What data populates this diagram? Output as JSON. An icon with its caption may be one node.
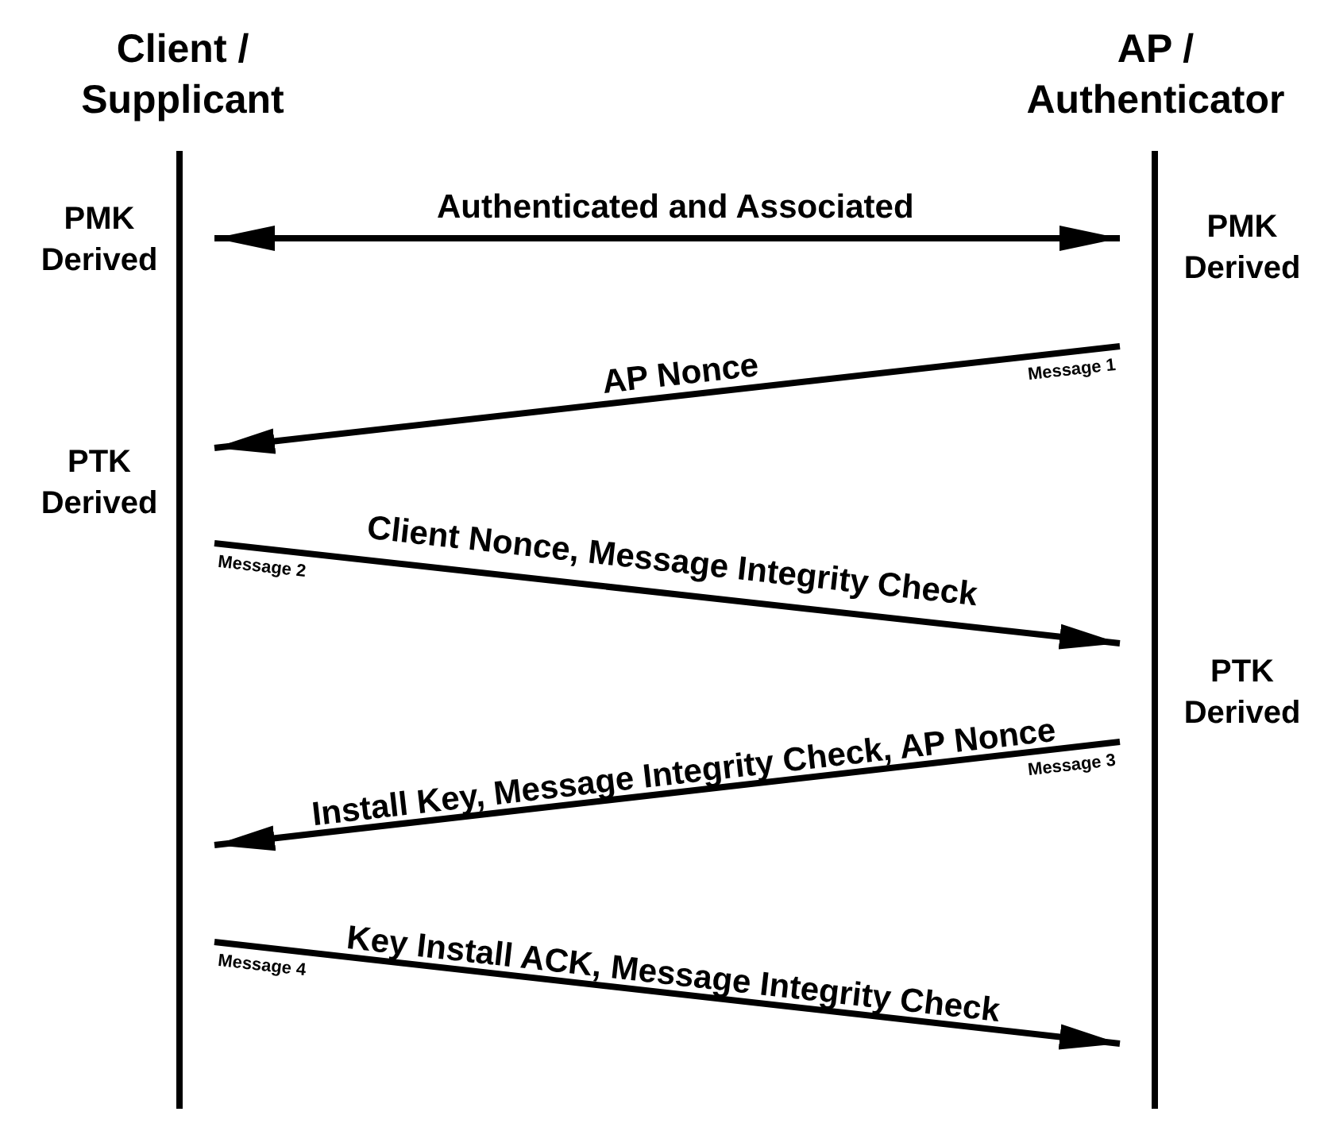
{
  "diagram": {
    "nodes": [
      {
        "text": [
          "Client / Supplicant"
        ],
        "beside": [
          "PMK Derived",
          "PTK Derived"
        ]
      },
      {
        "text": [
          "AP / Authenticator"
        ],
        "beside": [
          "PMK Derived",
          "PTK Derived"
        ]
      }
    ],
    "edges": [
      {
        "from": 0,
        "to": 1,
        "arrow": "both",
        "label": "Authenticated and Associated"
      },
      {
        "from": 1,
        "to": 0,
        "arrow": "to",
        "label": "AP Nonce"
      },
      {
        "from": 0,
        "to": 1,
        "arrow": "to",
        "label": "Client Nonce, Message Integrity Check"
      },
      {
        "from": 1,
        "to": 0,
        "arrow": "to",
        "label": "Install Key, Message Integrity Check, AP Nonce"
      },
      {
        "from": 0,
        "to": 1,
        "arrow": "to",
        "label": "Key Install ACK, Message Integrity Check"
      }
    ],
    "labels": [
      "Message 1",
      "Message 2",
      "Message 3",
      "Message 4"
    ]
  }
}
